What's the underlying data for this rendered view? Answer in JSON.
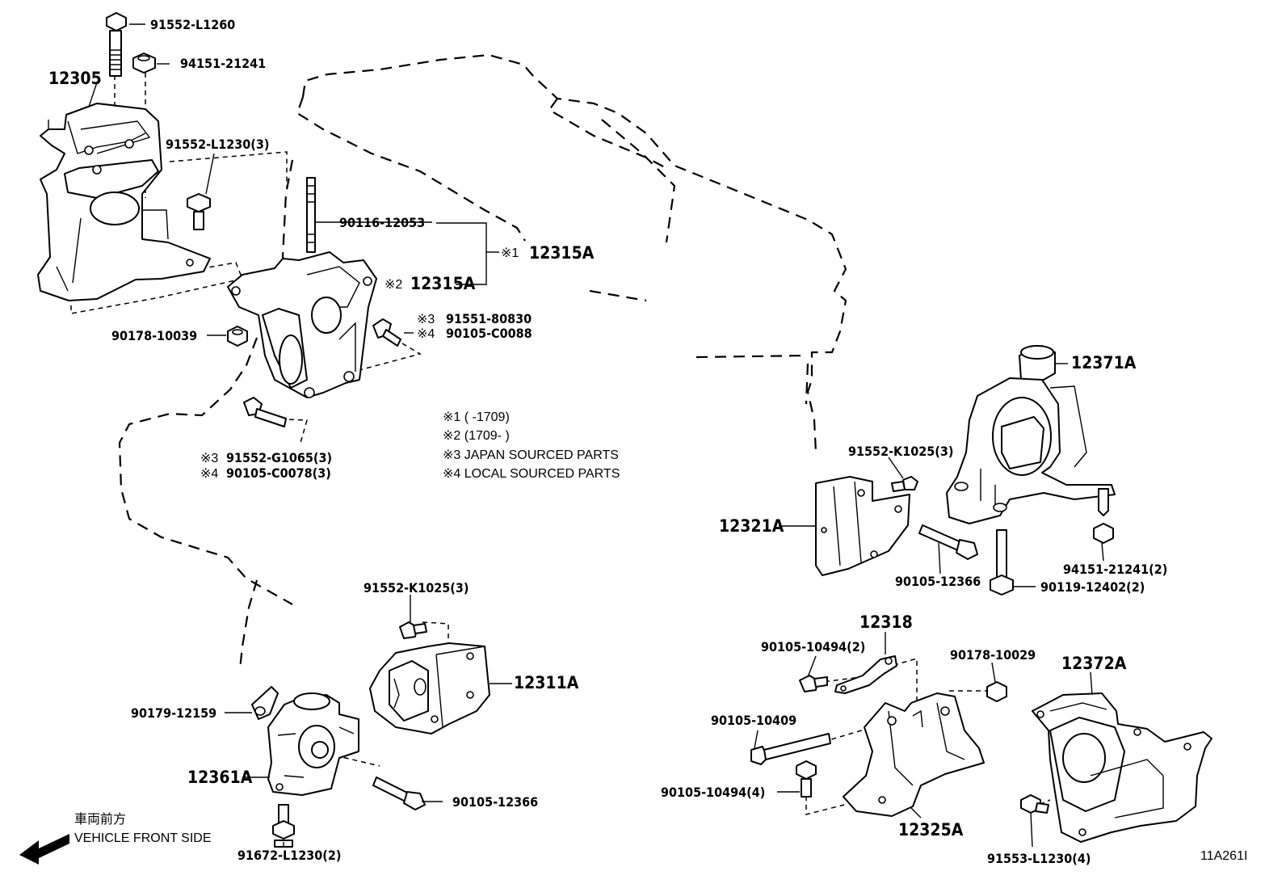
{
  "diagram": {
    "code": "11A261I",
    "direction": {
      "jp": "車両前方",
      "en": "VEHICLE FRONT SIDE"
    },
    "notes": [
      "※1 (      -1709)",
      "※2 (1709-      )",
      "※3 JAPAN SOURCED PARTS",
      "※4 LOCAL SOURCED PARTS"
    ],
    "labels": {
      "p_91552_L1260": "91552-L1260",
      "p_94151_21241_top": "94151-21241",
      "p_12305": "12305",
      "p_91552_L1230_3": "91552-L1230(3)",
      "p_90116_12053": "90116-12053",
      "p_12315A_1": "12315A",
      "p_12315A_2": "12315A",
      "m_1": "※1",
      "m_2": "※2",
      "m_3a": "※3",
      "m_4a": "※4",
      "p_91551_80830": "91551-80830",
      "p_90105_C0088": "90105-C0088",
      "p_90178_10039": "90178-10039",
      "m_3b": "※3",
      "m_4b": "※4",
      "p_91552_G1065_3": "91552-G1065(3)",
      "p_90105_C0078_3": "90105-C0078(3)",
      "p_12371A": "12371A",
      "p_91552_K1025_3_r": "91552-K1025(3)",
      "p_12321A": "12321A",
      "p_94151_21241_2": "94151-21241(2)",
      "p_90105_12366_r": "90105-12366",
      "p_90119_12402_2": "90119-12402(2)",
      "p_91552_K1025_3_l": "91552-K1025(3)",
      "p_12311A": "12311A",
      "p_90179_12159": "90179-12159",
      "p_12361A": "12361A",
      "p_90105_12366_l": "90105-12366",
      "p_91672_L1230_2": "91672-L1230(2)",
      "p_12318": "12318",
      "p_90105_10494_2": "90105-10494(2)",
      "p_90178_10029": "90178-10029",
      "p_12372A": "12372A",
      "p_90105_10409": "90105-10409",
      "p_90105_10494_4": "90105-10494(4)",
      "p_12325A": "12325A",
      "p_91553_L1230_4": "91553-L1230(4)"
    }
  }
}
